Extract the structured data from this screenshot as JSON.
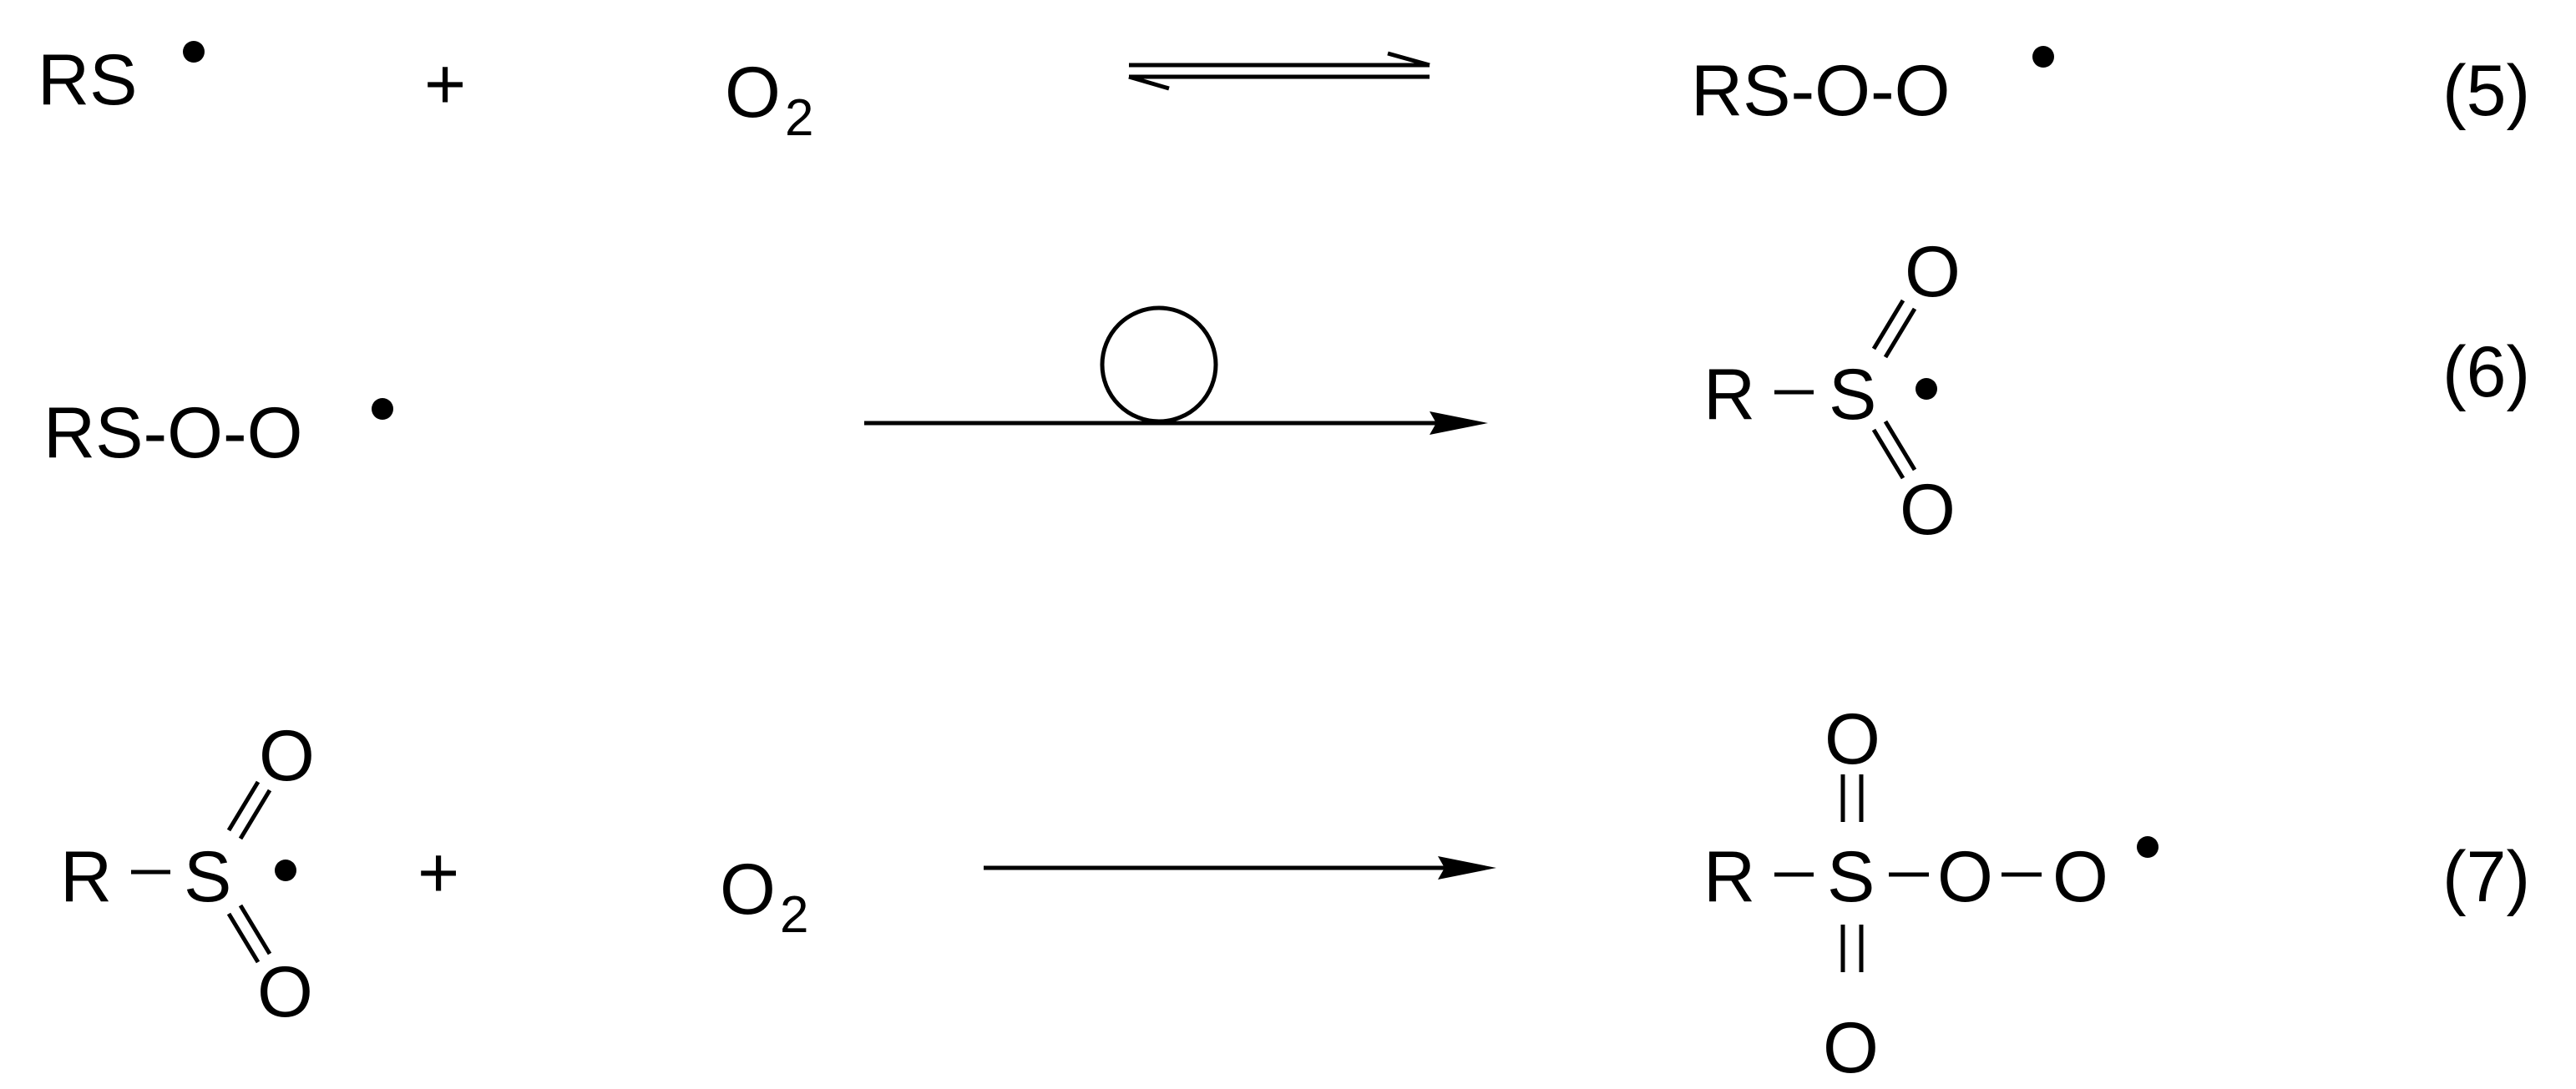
{
  "reaction_5": {
    "reactant_1": "RS",
    "plus": "+",
    "reactant_2_base": "O",
    "reactant_2_subscript": "2",
    "product": "RS-O-O",
    "number": "(5)"
  },
  "reaction_6": {
    "reactant": "RS-O-O",
    "product": {
      "r": "R",
      "s": "S",
      "o_top": "O",
      "o_bottom": "O"
    },
    "number": "(6)"
  },
  "reaction_7": {
    "reactant": {
      "r": "R",
      "s": "S",
      "o_top": "O",
      "o_bottom": "O"
    },
    "plus": "+",
    "reactant_2_base": "O",
    "reactant_2_subscript": "2",
    "product": {
      "r": "R",
      "s": "S",
      "o_top": "O",
      "o_bottom": "O",
      "o_1": "O",
      "o_2": "O"
    },
    "number": "(7)"
  },
  "colors": {
    "ink": "#000000",
    "background": "#ffffff"
  }
}
